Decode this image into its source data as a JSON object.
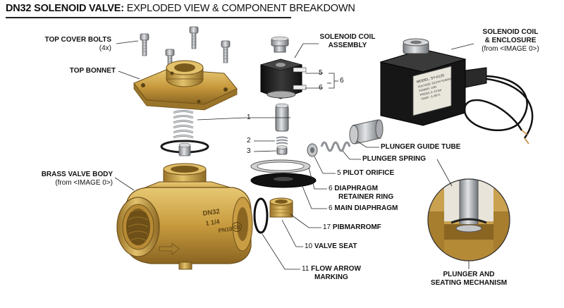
{
  "title": {
    "bold": "DN32 SOLENOID VALVE:",
    "rest": "EXPLODED VIEW & COMPONENT BREAKDOWN"
  },
  "labels": {
    "top_cover_bolts": "TOP COVER BOLTS",
    "top_cover_bolts_qty": "(4x)",
    "top_bonnet": "TOP BONNET",
    "brass_valve_body": "BRASS VALVE BODY",
    "brass_valve_body_src": "(from <IMAGE 0>)",
    "solenoid_coil_assembly_1": "SOLENOID COIL",
    "solenoid_coil_assembly_2": "ASSEMBLY",
    "solenoid_coil_enclosure_1": "SOLENOID COIL",
    "solenoid_coil_enclosure_2": "& ENCLOSURE",
    "solenoid_coil_enclosure_src": "(from <IMAGE 0>)",
    "plunger_guide_tube": "PLUNGER GUIDE TUBE",
    "plunger_spring": "PLUNGER SPRING",
    "pilot_orifice_num": "5",
    "pilot_orifice": "PILOT ORIFICE",
    "retainer_num": "6",
    "retainer_1": "DIAPHRAGM",
    "retainer_2": "RETAINER RING",
    "main_diaphragm_num": "6",
    "main_diaphragm": "MAIN DIAPHRAGM",
    "seal_num": "17",
    "seal": "PIBMARROMF",
    "valve_seat_num": "10",
    "valve_seat": "VALVE SEAT",
    "flow_arrow_num": "11",
    "flow_arrow_1": "FLOW ARROW",
    "flow_arrow_2": "MARKING",
    "plunger_mech_1": "PLUNGER AND",
    "plunger_mech_2": "SEATING MECHANISM",
    "n1": "1",
    "n2": "2",
    "n3": "3",
    "n5": "5",
    "n6a": "6",
    "n6b": "6"
  },
  "body_markings": {
    "dn": "DN32",
    "size": "1 1/4",
    "pn": "PN10",
    "ce": "CE"
  },
  "coil_nameplate": [
    "MODEL: SY-A120",
    "VOLTAGE: DC24V 50/60Hz",
    "POWER: 10W",
    "PRESS: 0~10 bar",
    "TEMP: -5~80°C"
  ],
  "colors": {
    "brass": "#c9a24a",
    "brass_dark": "#8a6a22",
    "coil_black": "#1c1c1c",
    "steel": "#b9bcc0",
    "steel_dark": "#6e7276"
  }
}
